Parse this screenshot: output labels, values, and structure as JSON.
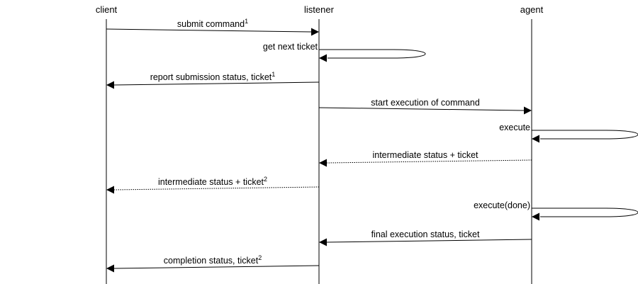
{
  "lifelines": [
    {
      "id": "client",
      "name": "client"
    },
    {
      "id": "listener",
      "name": "listener"
    },
    {
      "id": "agent",
      "name": "agent"
    }
  ],
  "messages": [
    {
      "kind": "arrow",
      "from": "client",
      "to": "listener",
      "label": "submit command",
      "sup": "1",
      "style": "solid"
    },
    {
      "kind": "self",
      "on": "listener",
      "label": "get next ticket",
      "sup": ""
    },
    {
      "kind": "arrow",
      "from": "listener",
      "to": "client",
      "label": "report submission status, ticket",
      "sup": "1",
      "style": "solid"
    },
    {
      "kind": "arrow",
      "from": "listener",
      "to": "agent",
      "label": "start execution of command",
      "sup": "",
      "style": "solid"
    },
    {
      "kind": "self",
      "on": "agent",
      "label": "execute",
      "sup": ""
    },
    {
      "kind": "arrow",
      "from": "agent",
      "to": "listener",
      "label": "intermediate status + ticket",
      "sup": "",
      "style": "dotted"
    },
    {
      "kind": "arrow",
      "from": "listener",
      "to": "client",
      "label": "intermediate status + ticket",
      "sup": "2",
      "style": "dotted"
    },
    {
      "kind": "self",
      "on": "agent",
      "label": "execute(done)",
      "sup": ""
    },
    {
      "kind": "arrow",
      "from": "agent",
      "to": "listener",
      "label": "final execution status, ticket",
      "sup": "",
      "style": "solid"
    },
    {
      "kind": "arrow",
      "from": "listener",
      "to": "client",
      "label": "completion status, ticket",
      "sup": "2",
      "style": "solid"
    }
  ]
}
